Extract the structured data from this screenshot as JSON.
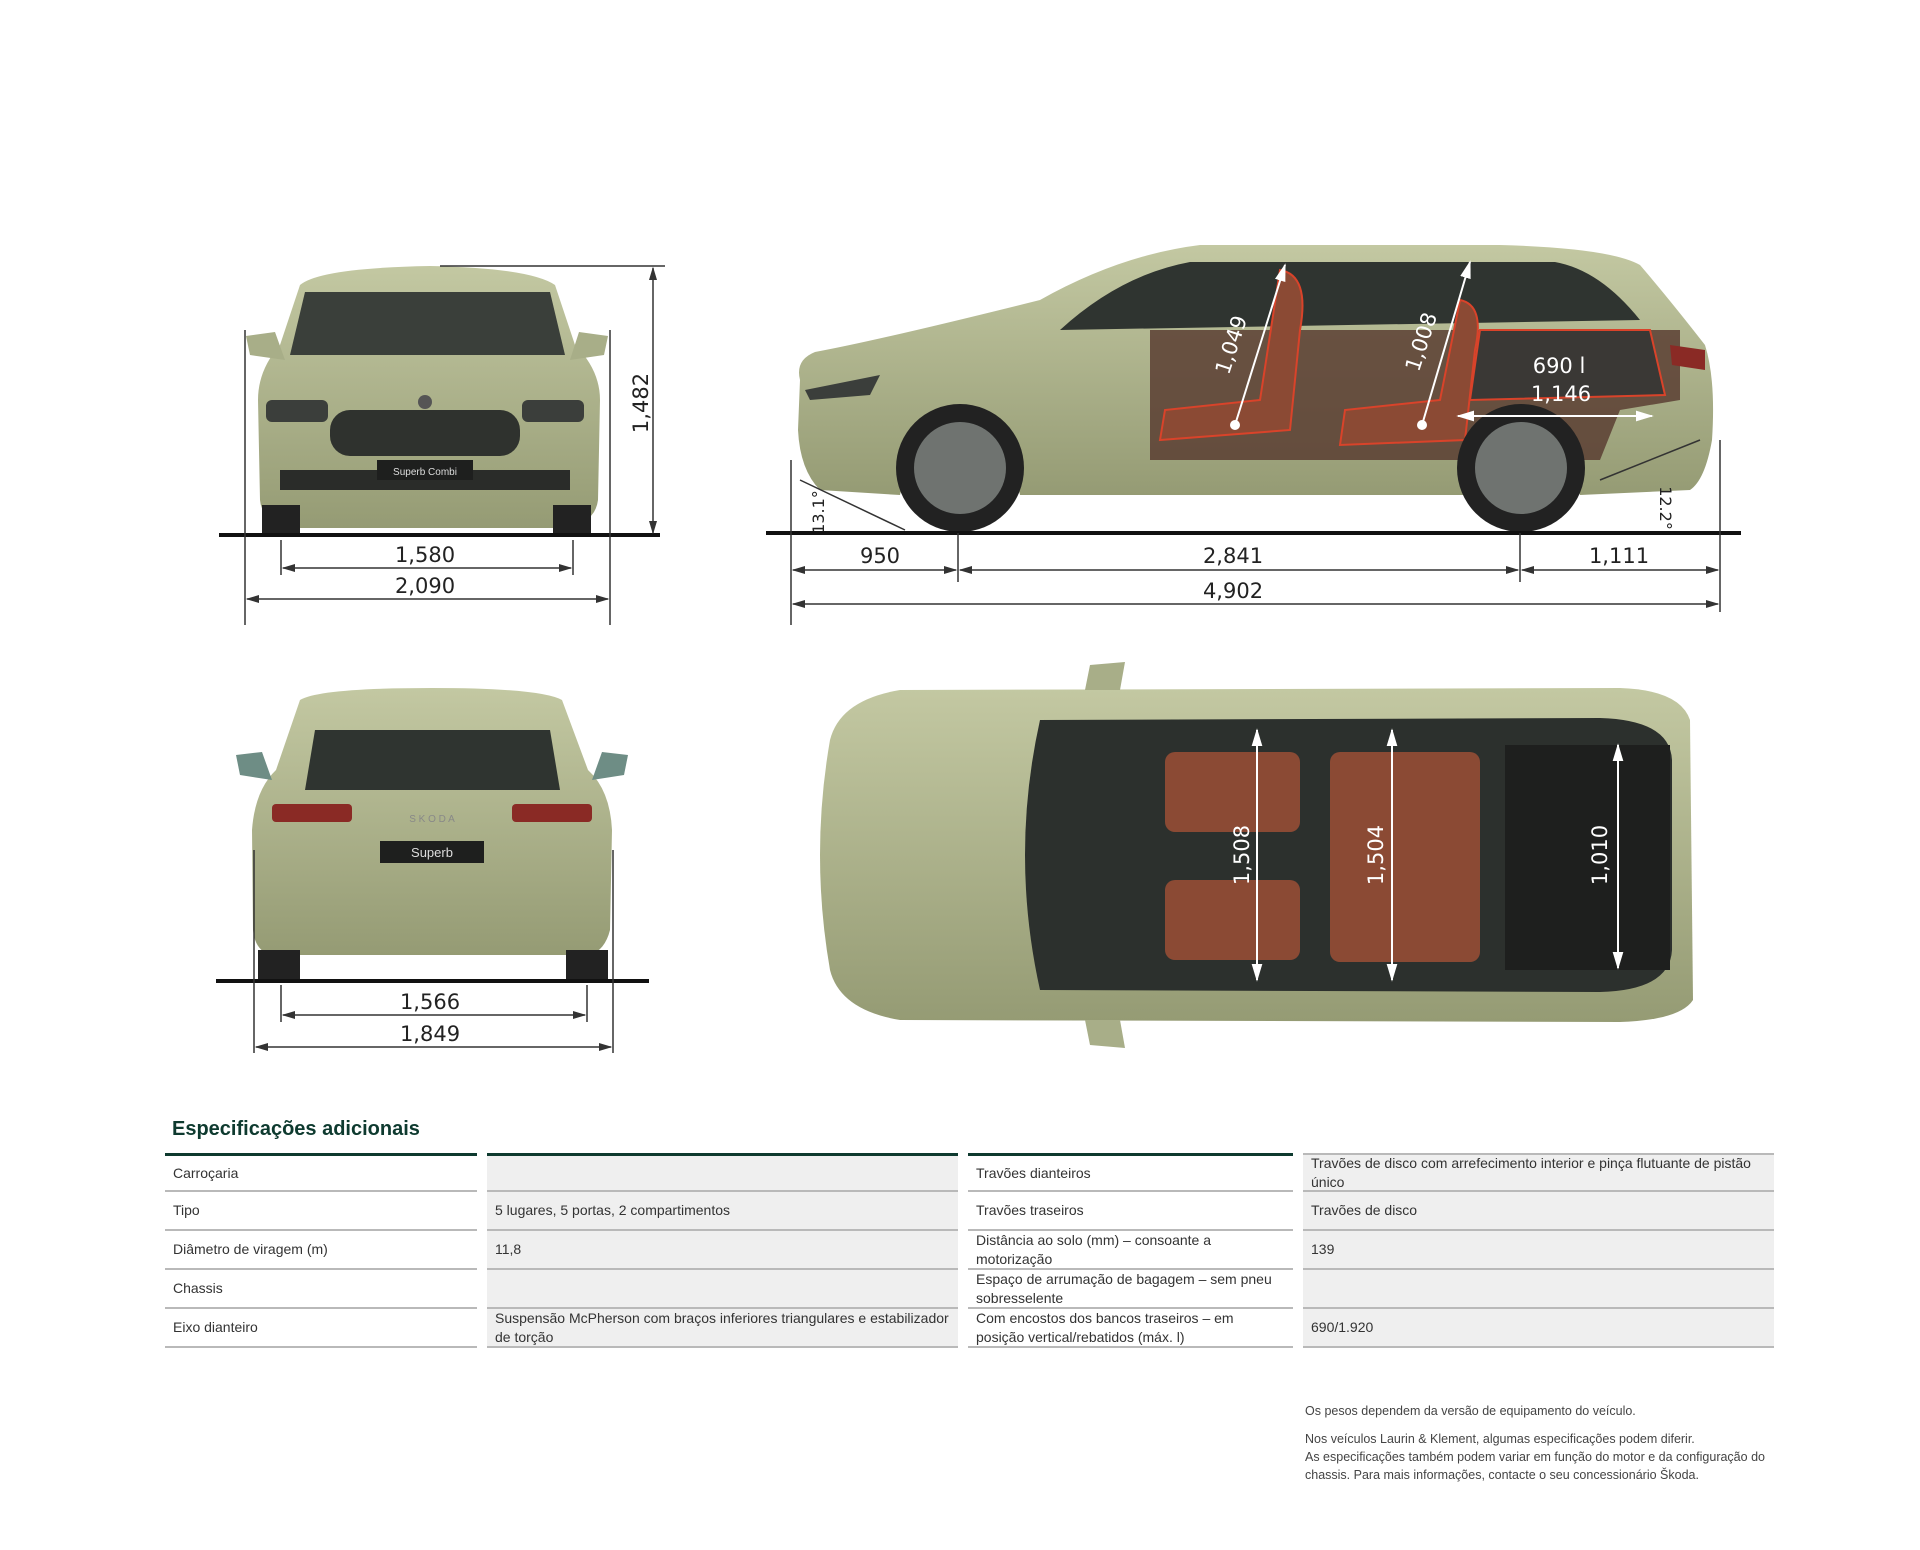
{
  "colors": {
    "car_body": "#a9b08a",
    "interior": "#8b4a34",
    "heading": "#0e3a2f",
    "outline_red": "#d9432a"
  },
  "front_view": {
    "plate": "Superb Combi",
    "track": "1,580",
    "width_mirrors": "2,090",
    "height": "1,482"
  },
  "side_view": {
    "front_overhang": "950",
    "wheelbase": "2,841",
    "rear_overhang": "1,111",
    "length": "4,902",
    "approach_angle": "13.1°",
    "departure_angle": "12.2°",
    "front_headroom": "1,049",
    "rear_headroom": "1,008",
    "boot_volume": "690 l",
    "boot_length": "1,146"
  },
  "rear_view": {
    "badge": "S K O D A",
    "plate": "Superb",
    "track": "1,566",
    "width": "1,849"
  },
  "top_view": {
    "front_elbow": "1,508",
    "rear_elbow": "1,504",
    "boot_width": "1,010"
  },
  "specs": {
    "title": "Especificações adicionais",
    "left": [
      {
        "label": "Carroçaria",
        "value": ""
      },
      {
        "label": "Tipo",
        "value": "5 lugares, 5 portas, 2 compartimentos"
      },
      {
        "label": "Diâmetro de viragem (m)",
        "value": "11,8"
      },
      {
        "label": "Chassis",
        "value": ""
      },
      {
        "label": "Eixo dianteiro",
        "value": "Suspensão McPherson com braços inferiores triangulares e estabilizador de torção"
      }
    ],
    "right": [
      {
        "label": "Travões dianteiros",
        "value": "Travões de disco com arrefecimento interior e pinça flutuante de pistão único"
      },
      {
        "label": "Travões traseiros",
        "value": "Travões de disco"
      },
      {
        "label": "Distância ao solo (mm) – consoante a motorização",
        "value": "139"
      },
      {
        "label": "Espaço de arrumação de bagagem – sem pneu sobresselente",
        "value": ""
      },
      {
        "label": "Com encostos dos bancos traseiros – em posição vertical/rebatidos (máx. l)",
        "value": "690/1.920"
      }
    ]
  },
  "notes": [
    "Os pesos dependem da versão de equipamento do veículo.",
    "Nos veículos Laurin & Klement, algumas especificações podem diferir.",
    "As especificações também podem variar em função do motor e da configuração do chassis. Para mais informações, contacte o seu concessionário Škoda."
  ]
}
